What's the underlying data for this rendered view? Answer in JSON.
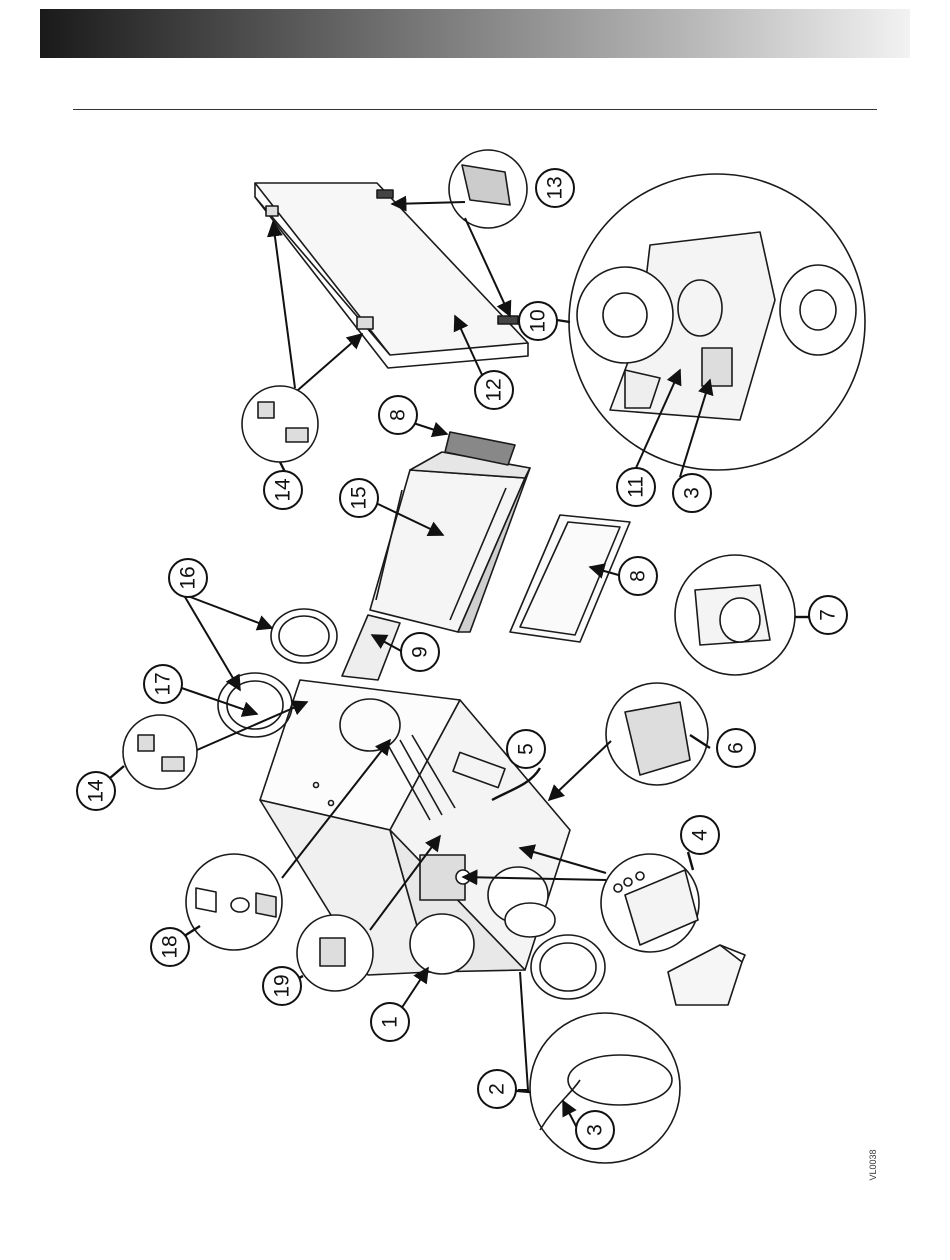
{
  "diagram": {
    "drawing_code": "VL0038",
    "callouts": [
      {
        "id": "1",
        "label": "1"
      },
      {
        "id": "2",
        "label": "2"
      },
      {
        "id": "3a",
        "label": "3"
      },
      {
        "id": "3b",
        "label": "3"
      },
      {
        "id": "4",
        "label": "4"
      },
      {
        "id": "5",
        "label": "5"
      },
      {
        "id": "6",
        "label": "6"
      },
      {
        "id": "7",
        "label": "7"
      },
      {
        "id": "8a",
        "label": "8"
      },
      {
        "id": "8b",
        "label": "8"
      },
      {
        "id": "9",
        "label": "9"
      },
      {
        "id": "10",
        "label": "10"
      },
      {
        "id": "11",
        "label": "11"
      },
      {
        "id": "12",
        "label": "12"
      },
      {
        "id": "13",
        "label": "13"
      },
      {
        "id": "14a",
        "label": "14"
      },
      {
        "id": "14b",
        "label": "14"
      },
      {
        "id": "15",
        "label": "15"
      },
      {
        "id": "16",
        "label": "16"
      },
      {
        "id": "17",
        "label": "17"
      },
      {
        "id": "18",
        "label": "18"
      },
      {
        "id": "19",
        "label": "19"
      }
    ]
  }
}
